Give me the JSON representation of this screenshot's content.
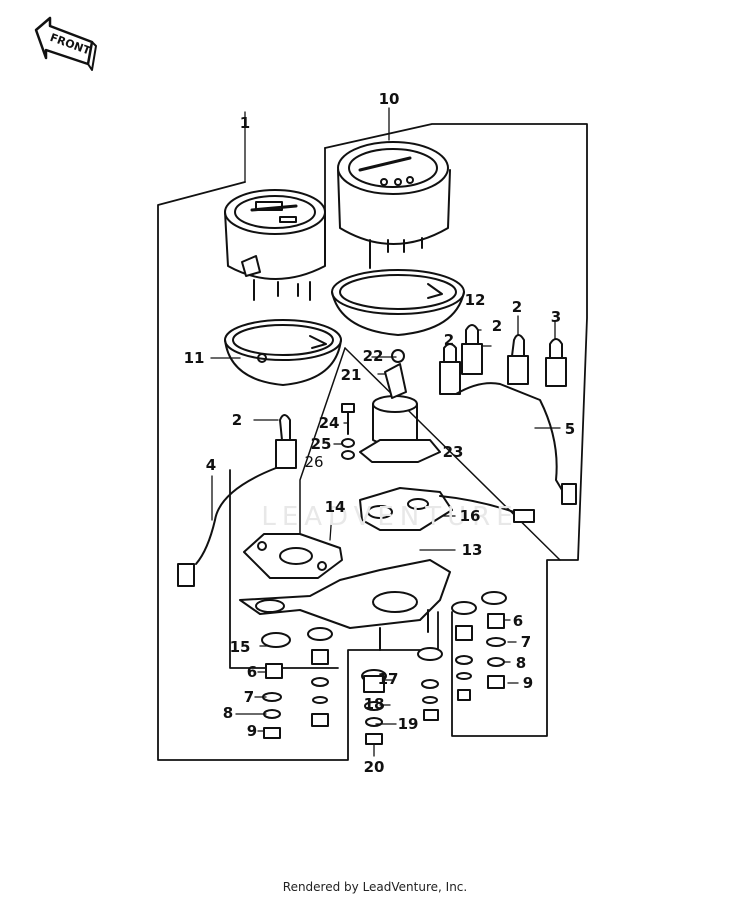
{
  "front_badge": "FRONT",
  "watermark": "LEADVENTURE",
  "footer": "Rendered by LeadVenture, Inc.",
  "callouts": [
    "1",
    "10",
    "12",
    "2",
    "2",
    "2",
    "3",
    "11",
    "22",
    "21",
    "2",
    "24",
    "25",
    "26",
    "23",
    "5",
    "4",
    "14",
    "16",
    "13",
    "6",
    "15",
    "7",
    "8",
    "6",
    "7",
    "17",
    "9",
    "8",
    "18",
    "9",
    "19",
    "20"
  ]
}
